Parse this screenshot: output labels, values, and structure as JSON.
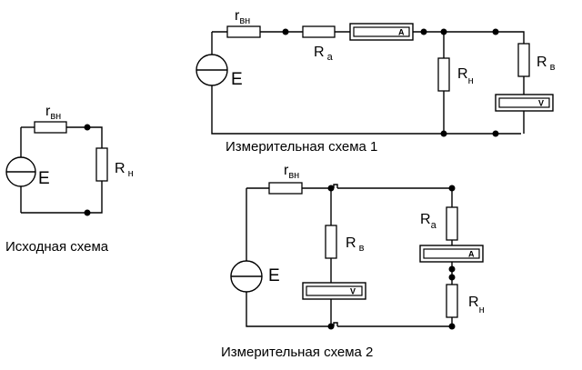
{
  "schemes": {
    "original": {
      "caption": "Исходная схема",
      "source_label": "E",
      "r_internal": {
        "main": "r",
        "sub": "вн"
      },
      "r_load": {
        "main": "R",
        "sub": "н"
      }
    },
    "scheme1": {
      "caption": "Измерительная схема 1",
      "source_label": "E",
      "r_internal": {
        "main": "r",
        "sub": "вн"
      },
      "r_ammeter": {
        "main": "R",
        "sub": "а"
      },
      "r_load": {
        "main": "R",
        "sub": "н"
      },
      "r_voltmeter": {
        "main": "R",
        "sub": "в"
      },
      "ammeter_letter": "A",
      "voltmeter_letter": "V"
    },
    "scheme2": {
      "caption": "Измерительная схема 2",
      "source_label": "E",
      "r_internal": {
        "main": "r",
        "sub": "вн"
      },
      "r_voltmeter": {
        "main": "R",
        "sub": "в"
      },
      "r_ammeter": {
        "main": "R",
        "sub": "а"
      },
      "r_load": {
        "main": "R",
        "sub": "н"
      },
      "ammeter_letter": "A",
      "voltmeter_letter": "V"
    }
  }
}
